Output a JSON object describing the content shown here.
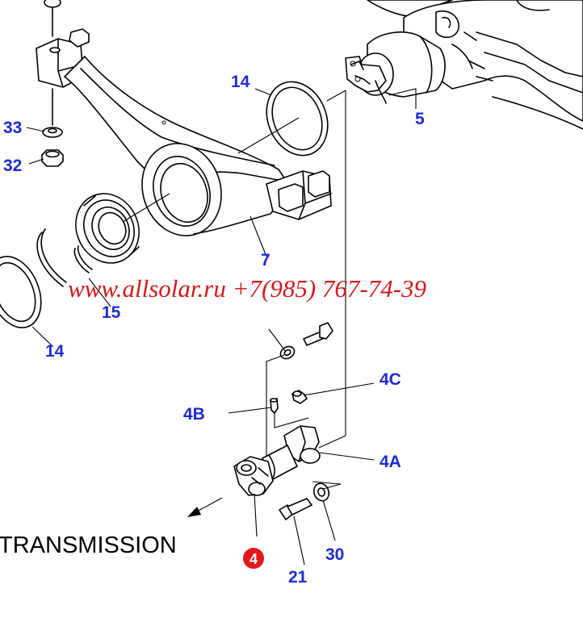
{
  "diagram": {
    "parts": {
      "p33": "33",
      "p32": "32",
      "p14_top": "14",
      "p5": "5",
      "p7": "7",
      "p15": "15",
      "p14_left": "14",
      "p4c": "4C",
      "p4b": "4B",
      "p4a": "4A",
      "p4": "4",
      "p30": "30",
      "p21": "21"
    },
    "direction_caption": "TRANSMISSION",
    "watermark": "www.allsolar.ru +7(985) 767-74-39",
    "colors": {
      "label": "#1f2bd0",
      "highlight_badge": "#e3161b",
      "watermark": "#d11b1b",
      "line": "#000000"
    }
  }
}
